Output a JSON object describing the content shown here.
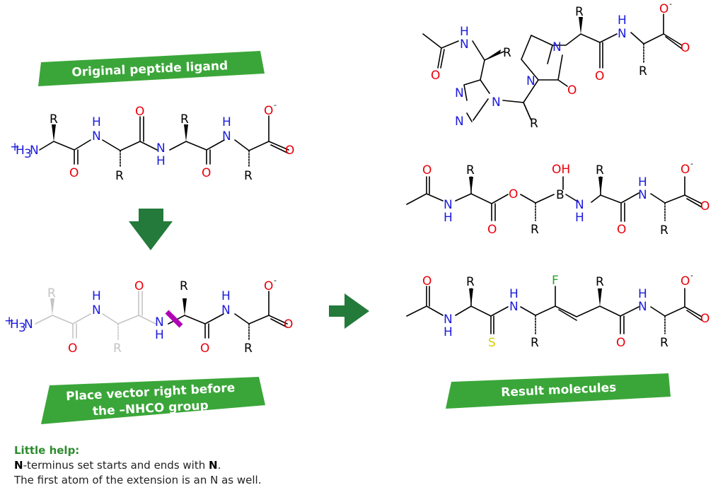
{
  "banners": {
    "original": "Original peptide ligand",
    "place_vector_line1": "Place vector right before",
    "place_vector_line2": "the –NHCO group",
    "result": "Result molecules"
  },
  "atoms": {
    "nh3_prefix": "+",
    "nh3_main": "H",
    "nh3_sub": "3",
    "nh3_n": "N",
    "r": "R",
    "n": "N",
    "h": "H",
    "o": "O",
    "o_minus": "O",
    "minus": "-",
    "oh": "OH",
    "b": "B",
    "f": "F",
    "s": "S"
  },
  "help": {
    "title": "Little help:",
    "line1_bold_a": "N",
    "line1_text_a": "-terminus set starts and ends with ",
    "line1_bold_b": "N",
    "line1_text_b": ".",
    "line2": "The first atom of the extension is an N as well."
  },
  "colors": {
    "banner_green": "#3aa639",
    "arrow_green": "#237a3a",
    "oxygen": "#e8000b",
    "nitrogen": "#1b1bdc",
    "fluorine": "#2ca02c",
    "sulfur": "#d6cf00",
    "highlight": "#b000b5",
    "faded": "#c4c4c4",
    "help_title": "#2e8b2e"
  }
}
